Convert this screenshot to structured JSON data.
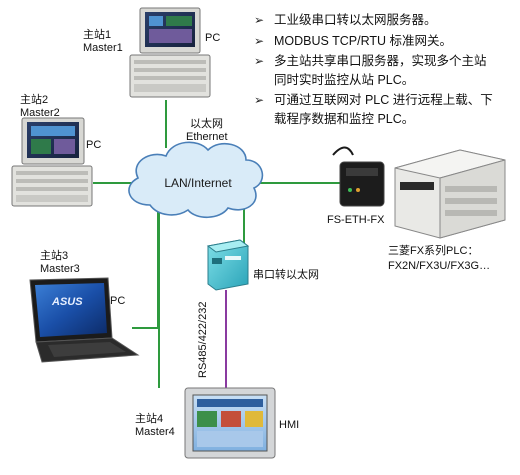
{
  "bullets": [
    "工业级串口转以太网服务器。",
    "MODBUS TCP/RTU 标准网关。",
    "多主站共享串口服务器，实现多个主站同时实时监控从站 PLC。",
    "可通过互联网对 PLC 进行远程上载、下载程序数据和监控 PLC。"
  ],
  "bullet_lines": [
    [
      "工业级串口转以太网服务器。"
    ],
    [
      "MODBUS TCP/RTU 标准网关。"
    ],
    [
      "多主站共享串口服务器，实现多个主站",
      "同时实时监控从站 PLC。"
    ],
    [
      "可通过互联网对 PLC 进行远程上载、下",
      "载程序数据和监控 PLC。"
    ]
  ],
  "masters": {
    "m1": {
      "cn": "主站1",
      "en": "Master1",
      "device": "PC"
    },
    "m2": {
      "cn": "主站2",
      "en": "Master2",
      "device": "PC"
    },
    "m3": {
      "cn": "主站3",
      "en": "Master3",
      "device": "PC"
    },
    "m4": {
      "cn": "主站4",
      "en": "Master4",
      "device": "HMI"
    }
  },
  "network": {
    "cloud_label": "LAN/Internet",
    "ethernet_cn": "以太网",
    "ethernet_en": "Ethernet",
    "serial_link": "RS485/422/232"
  },
  "devices": {
    "adapter_label": "FS-ETH-FX",
    "converter_label": "串口转以太网",
    "plc_label_line1": "三菱FX系列PLC：",
    "plc_label_line2": "FX2N/FX3U/FX3G…",
    "laptop_brand": "ASUS"
  },
  "colors": {
    "ethernet_line": "#2e9a3e",
    "serial_line": "#8a3aa0",
    "cloud_fill": "#d9ebf8",
    "cloud_stroke": "#4a7fb8"
  }
}
